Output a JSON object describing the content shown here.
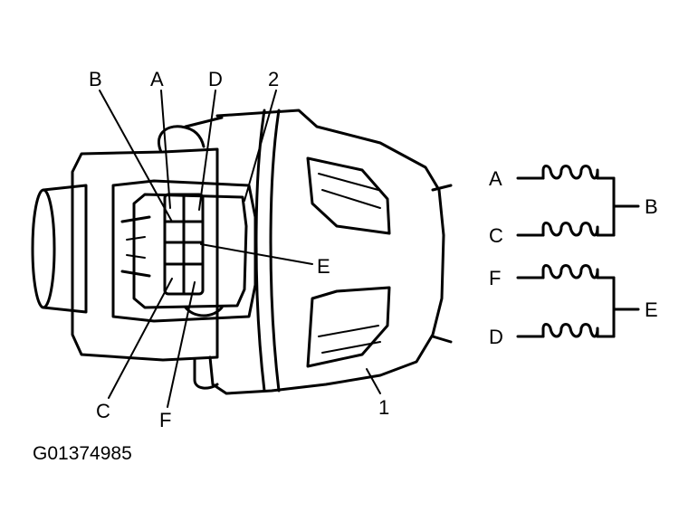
{
  "figure_code": "G01374985",
  "callouts": {
    "A": "A",
    "B": "B",
    "C": "C",
    "D": "D",
    "E": "E",
    "F": "F",
    "one": "1",
    "two": "2"
  },
  "schematic": {
    "coil_top_left": "A",
    "coil_top_right": "B",
    "coil_second_left": "C",
    "coil_third_left": "F",
    "coil_bottom_right": "E",
    "coil_bottom_left": "D"
  }
}
